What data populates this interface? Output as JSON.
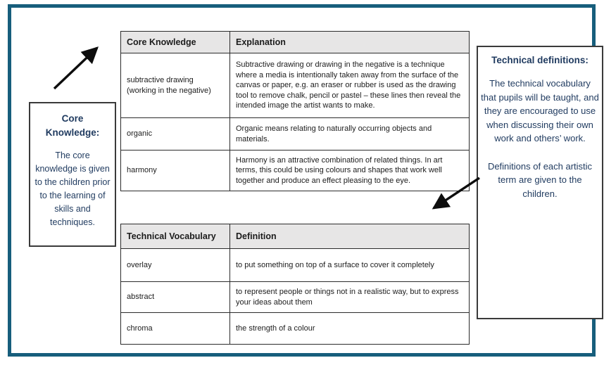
{
  "callouts": {
    "core": {
      "title": "Core Knowledge:",
      "body": "The core knowledge is given to the children prior to the learning of skills and techniques."
    },
    "technical": {
      "title": "Technical definitions:",
      "body1": "The technical vocabulary that pupils will be taught, and they are encouraged to use when discussing their own work and others’ work.",
      "body2": "Definitions of each artistic term are given to the children."
    }
  },
  "core_table": {
    "headers": [
      "Core Knowledge",
      "Explanation"
    ],
    "rows": [
      {
        "term": "subtractive drawing (working in the negative)",
        "definition": "Subtractive drawing or drawing in the negative is a technique where a media is intentionally taken away from the surface of the canvas or paper, e.g. an eraser or rubber is used as the drawing tool to remove chalk, pencil or pastel –  these lines then reveal the intended image the artist wants to make."
      },
      {
        "term": "organic",
        "definition": "Organic means relating to naturally occurring objects and materials."
      },
      {
        "term": "harmony",
        "definition": "Harmony is an attractive combination of related things. In art terms, this could be using colours and shapes that work well together and produce an effect pleasing to the eye."
      }
    ]
  },
  "vocab_table": {
    "headers": [
      "Technical Vocabulary",
      "Definition"
    ],
    "rows": [
      {
        "term": "overlay",
        "definition": "to put something on top of a surface to cover it completely"
      },
      {
        "term": "abstract",
        "definition": "to represent people or things not in a realistic way, but to express your ideas about them"
      },
      {
        "term": "chroma",
        "definition": "the strength of a colour"
      }
    ]
  },
  "colors": {
    "frame_border": "#175E7C",
    "table_header_bg": "#E7E6E6",
    "callout_text": "#1F3A5F",
    "arrow": "#0d0d0d"
  }
}
